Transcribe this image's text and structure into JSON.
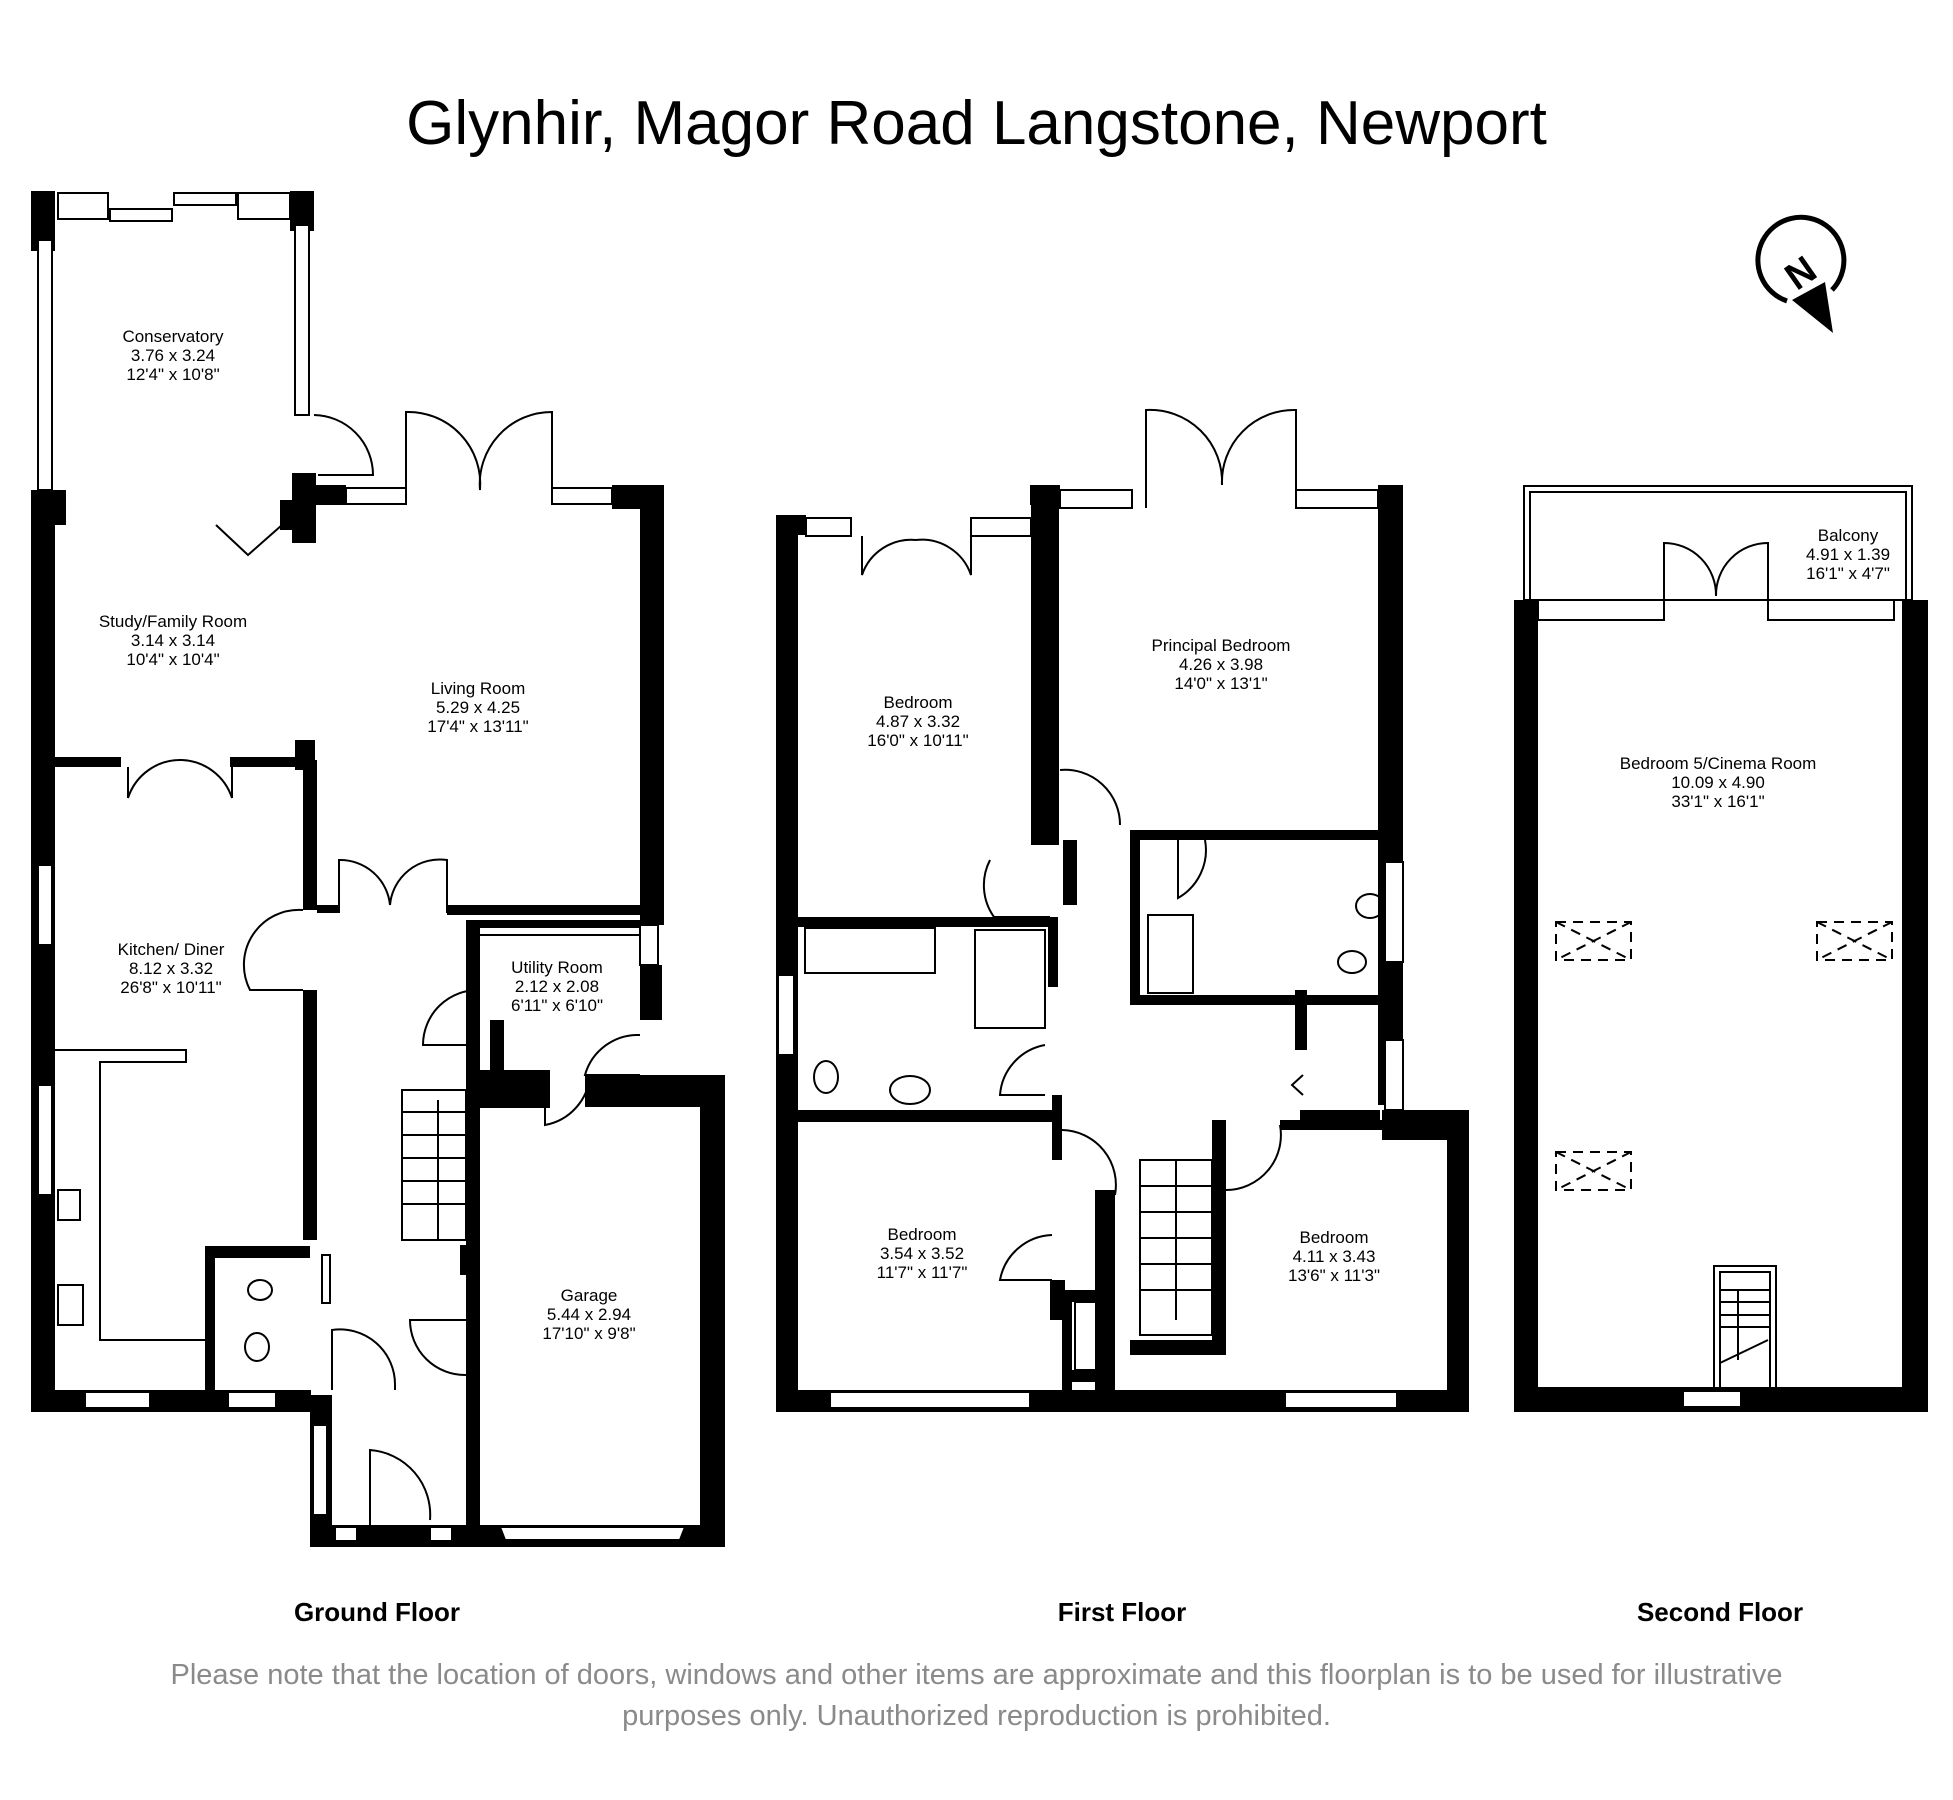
{
  "title": "Glynhir, Magor Road Langstone, Newport",
  "compass": {
    "label": "N",
    "icon": "north-arrow-icon"
  },
  "floors": {
    "ground": {
      "label": "Ground Floor",
      "rooms": [
        {
          "name": "Conservatory",
          "metric": "3.76 x 3.24",
          "imperial": "12'4\" x 10'8\""
        },
        {
          "name": "Study/Family Room",
          "metric": "3.14 x 3.14",
          "imperial": "10'4\" x 10'4\""
        },
        {
          "name": "Living Room",
          "metric": "5.29 x 4.25",
          "imperial": "17'4\" x 13'11\""
        },
        {
          "name": "Kitchen/ Diner",
          "metric": "8.12 x 3.32",
          "imperial": "26'8\" x 10'11\""
        },
        {
          "name": "Utility Room",
          "metric": "2.12 x 2.08",
          "imperial": "6'11\" x 6'10\""
        },
        {
          "name": "Garage",
          "metric": "5.44 x 2.94",
          "imperial": "17'10\" x 9'8\""
        }
      ]
    },
    "first": {
      "label": "First Floor",
      "rooms": [
        {
          "name": "Bedroom",
          "metric": "4.87 x 3.32",
          "imperial": "16'0\" x 10'11\""
        },
        {
          "name": "Principal Bedroom",
          "metric": "4.26 x 3.98",
          "imperial": "14'0\" x 13'1\""
        },
        {
          "name": "Bedroom",
          "metric": "3.54 x 3.52",
          "imperial": "11'7\" x 11'7\""
        },
        {
          "name": "Bedroom",
          "metric": "4.11 x 3.43",
          "imperial": "13'6\" x 11'3\""
        }
      ]
    },
    "second": {
      "label": "Second Floor",
      "rooms": [
        {
          "name": "Balcony",
          "metric": "4.91 x 1.39",
          "imperial": "16'1\" x 4'7\""
        },
        {
          "name": "Bedroom 5/Cinema Room",
          "metric": "10.09 x 4.90",
          "imperial": "33'1\" x 16'1\""
        }
      ]
    }
  },
  "disclaimer": {
    "line1": "Please note that the location of doors, windows and other items are approximate and this floorplan is to be used for illustrative",
    "line2": "purposes only. Unauthorized reproduction is prohibited."
  },
  "colors": {
    "wall": "#000000",
    "background": "#ffffff",
    "disclaimer_text": "#8a8a8a"
  }
}
